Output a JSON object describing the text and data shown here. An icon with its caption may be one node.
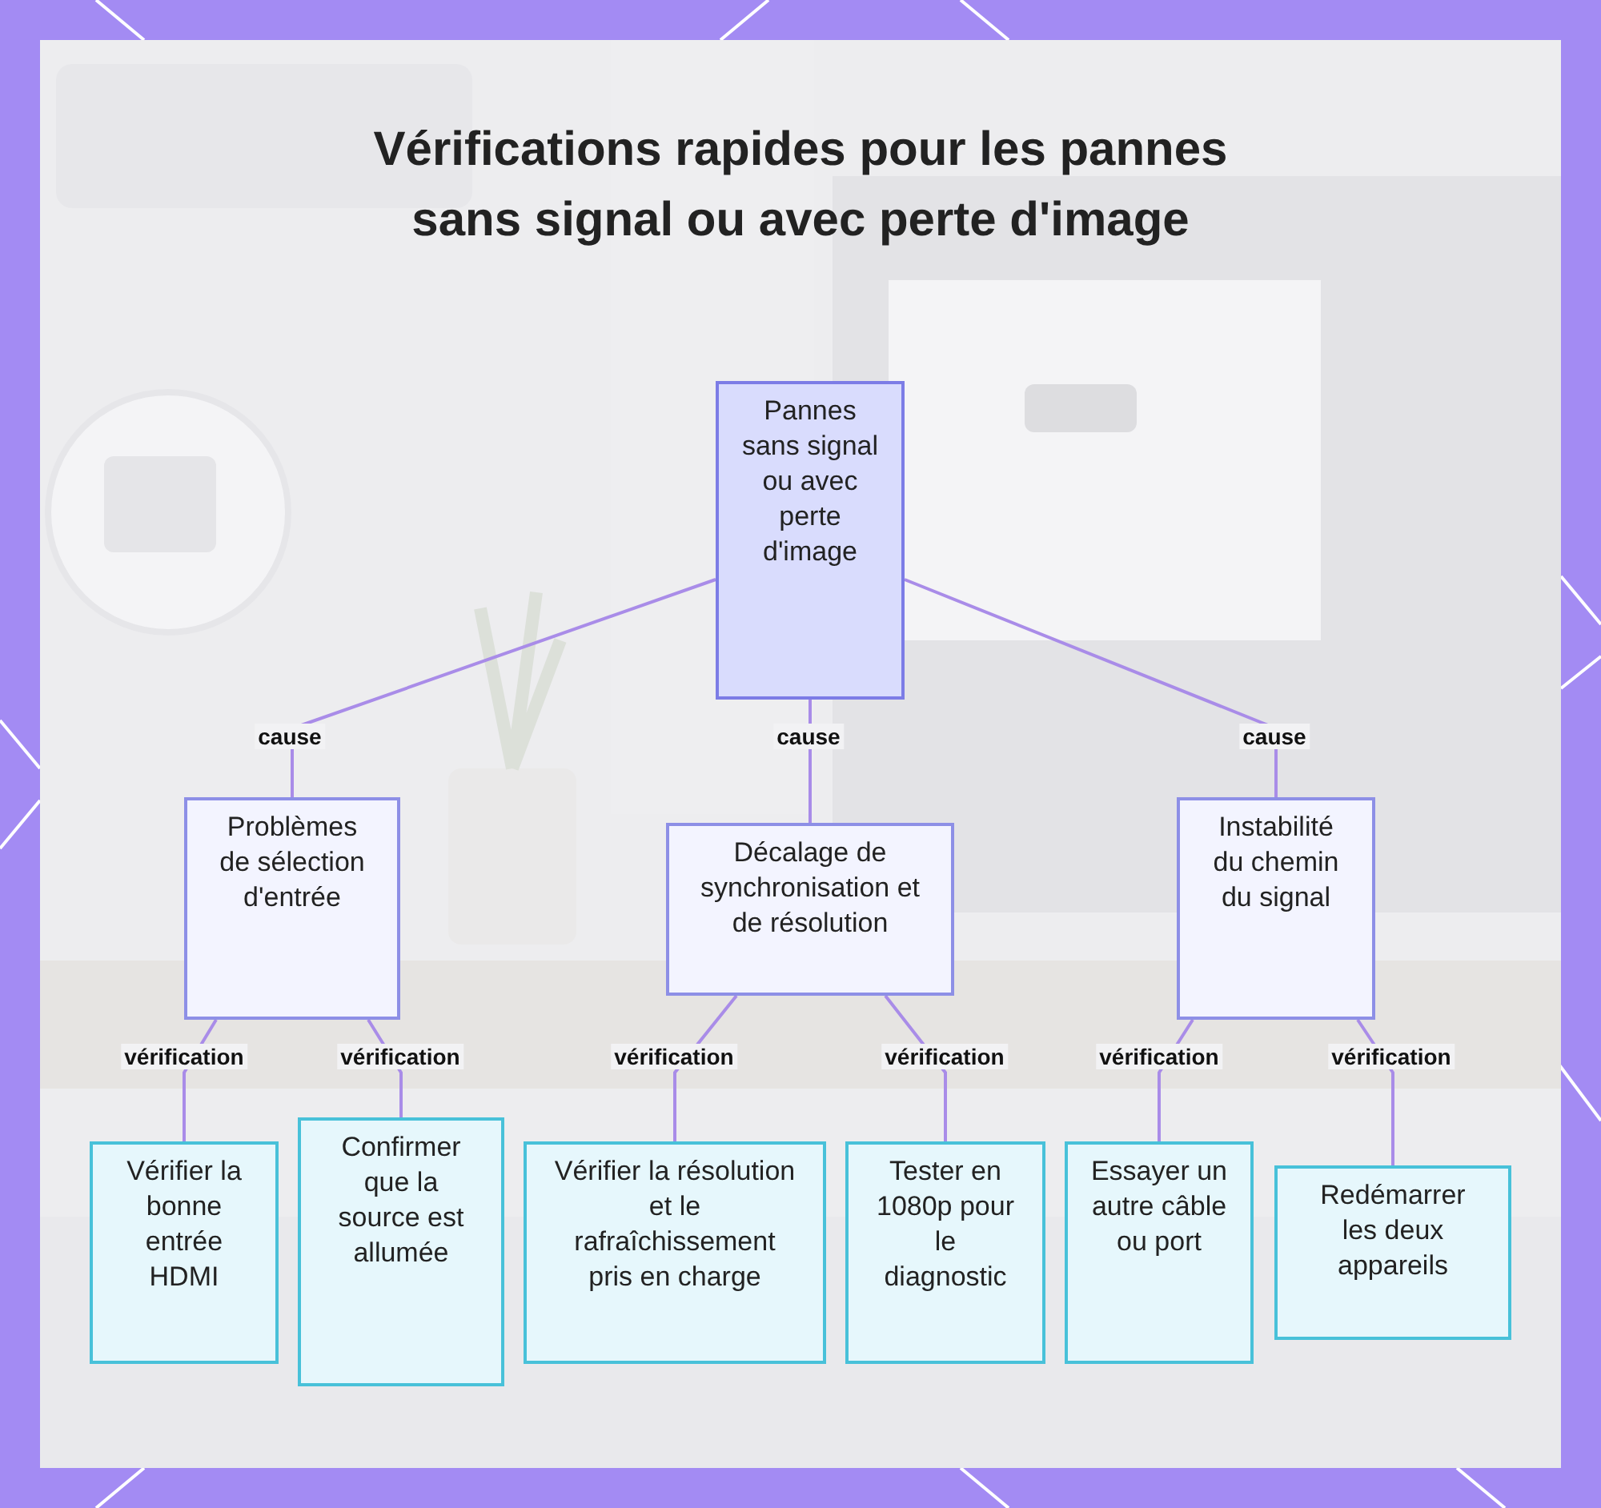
{
  "diagram": {
    "title": "Vérifications rapides pour les pannes sans signal ou avec perte d'image",
    "nodes": [
      {
        "text": [
          "Pannes sans signal ou avec perte d'image"
        ]
      },
      {
        "text": [
          "Problèmes de sélection d'entrée"
        ]
      },
      {
        "text": [
          "Décalage de synchronisation et de résolution"
        ]
      },
      {
        "text": [
          "Instabilité du chemin du signal"
        ]
      },
      {
        "text": [
          "Vérifier la bonne entrée HDMI"
        ]
      },
      {
        "text": [
          "Confirmer que la source est allumée"
        ]
      },
      {
        "text": [
          "Vérifier la résolution et le rafraîchissement pris en charge"
        ]
      },
      {
        "text": [
          "Tester en 1080p pour le diagnostic"
        ]
      },
      {
        "text": [
          "Essayer un autre câble ou port"
        ]
      },
      {
        "text": [
          "Redémarrer les deux appareils"
        ]
      }
    ],
    "edges": [
      {
        "from": 0,
        "to": 1,
        "arrow": "none",
        "label": "cause"
      },
      {
        "from": 0,
        "to": 2,
        "arrow": "none",
        "label": "cause"
      },
      {
        "from": 0,
        "to": 3,
        "arrow": "none",
        "label": "cause"
      },
      {
        "from": 1,
        "to": 4,
        "arrow": "none",
        "label": "vérification"
      },
      {
        "from": 1,
        "to": 5,
        "arrow": "none",
        "label": "vérification"
      },
      {
        "from": 2,
        "to": 6,
        "arrow": "none",
        "label": "vérification"
      },
      {
        "from": 2,
        "to": 7,
        "arrow": "none",
        "label": "vérification"
      },
      {
        "from": 3,
        "to": 8,
        "arrow": "none",
        "label": "vérification"
      },
      {
        "from": 3,
        "to": 9,
        "arrow": "none",
        "label": "vérification"
      }
    ]
  }
}
